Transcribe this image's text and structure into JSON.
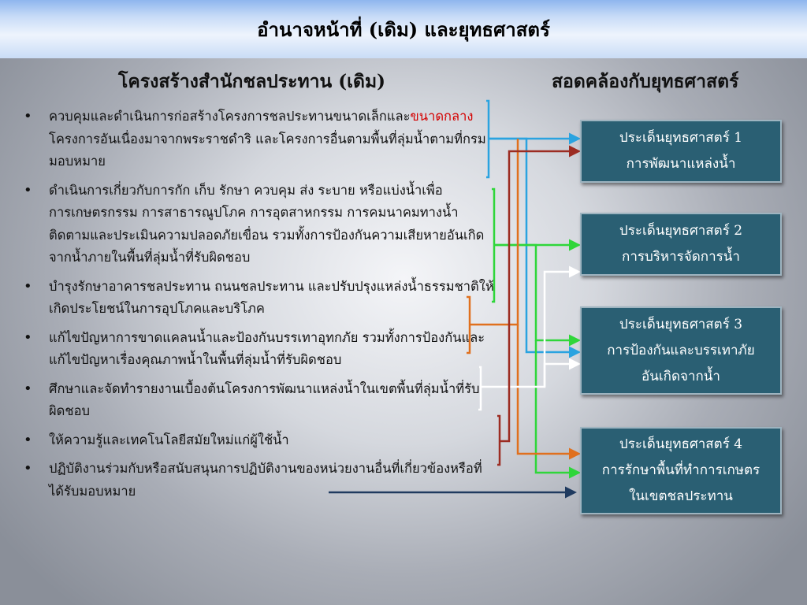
{
  "title": "อำนาจหน้าที่ (เดิม) และยุทธศาสตร์",
  "left_heading": "โครงสร้างสำนักชลประทาน (เดิม)",
  "right_heading": "สอดคล้องกับยุทธศาสตร์",
  "duties": [
    {
      "before": "ควบคุมและดำเนินการก่อสร้างโครงการชลประทานขนาดเล็กและ",
      "highlight": "ขนาดกลาง",
      "after": " โครงการอันเนื่องมาจากพระราชดำริ และโครงการอื่นตามพื้นที่ลุ่มน้ำตามที่กรมมอบหมาย"
    },
    {
      "text": "ดำเนินการเกี่ยวกับการกัก เก็บ รักษา ควบคุม ส่ง ระบาย หรือแบ่งน้ำเพื่อการเกษตรกรรม การสาธารณูปโภค การอุตสาหกรรม การคมนาคมทางน้ำ ติดตามและประเมินความปลอดภัยเขื่อน  รวมทั้งการป้องกันความเสียหายอันเกิดจากน้ำภายในพื้นที่ลุ่มน้ำที่รับผิดชอบ"
    },
    {
      "text": "บำรุงรักษาอาคารชลประทาน ถนนชลประทาน และปรับปรุงแหล่งน้ำธรรมชาติให้เกิดประโยชน์ในการอุปโภคและบริโภค"
    },
    {
      "text": "แก้ไขปัญหาการขาดแคลนน้ำและป้องกันบรรเทาอุทกภัย รวมทั้งการป้องกันและแก้ไขปัญหาเรื่องคุณภาพน้ำในพื้นที่ลุ่มน้ำที่รับผิดชอบ"
    },
    {
      "text": "ศึกษาและจัดทำรายงานเบื้องต้นโครงการพัฒนาแหล่งน้ำในเขตพื้นที่ลุ่มน้ำที่รับผิดชอบ"
    },
    {
      "text": "ให้ความรู้และเทคโนโลยีสมัยใหม่แก่ผู้ใช้น้ำ"
    },
    {
      "text": "ปฏิบัติงานร่วมกับหรือสนับสนุนการปฏิบัติงานของหน่วยงานอื่นที่เกี่ยวข้องหรือที่ได้รับมอบหมาย"
    }
  ],
  "strategies": [
    {
      "line1": "ประเด็นยุทธศาสตร์ 1",
      "line2": "การพัฒนาแหล่งน้ำ"
    },
    {
      "line1": "ประเด็นยุทธศาสตร์ 2",
      "line2": "การบริหารจัดการน้ำ"
    },
    {
      "line1": "ประเด็นยุทธศาสตร์ 3",
      "line2": "การป้องกันและบรรเทาภัย",
      "line3": "อันเกิดจากน้ำ"
    },
    {
      "line1": "ประเด็นยุทธศาสตร์ 4",
      "line2": "การรักษาพื้นที่ทำการเกษตร",
      "line3": "ในเขตชลประทาน"
    }
  ],
  "connector_colors": {
    "duty1": "#2aa3e0",
    "duty2": "#2fd63a",
    "duty3": "#e0701e",
    "duty4": "#ffffff",
    "duty5": "#9c2c22",
    "duty6": "#1f3a5f"
  }
}
